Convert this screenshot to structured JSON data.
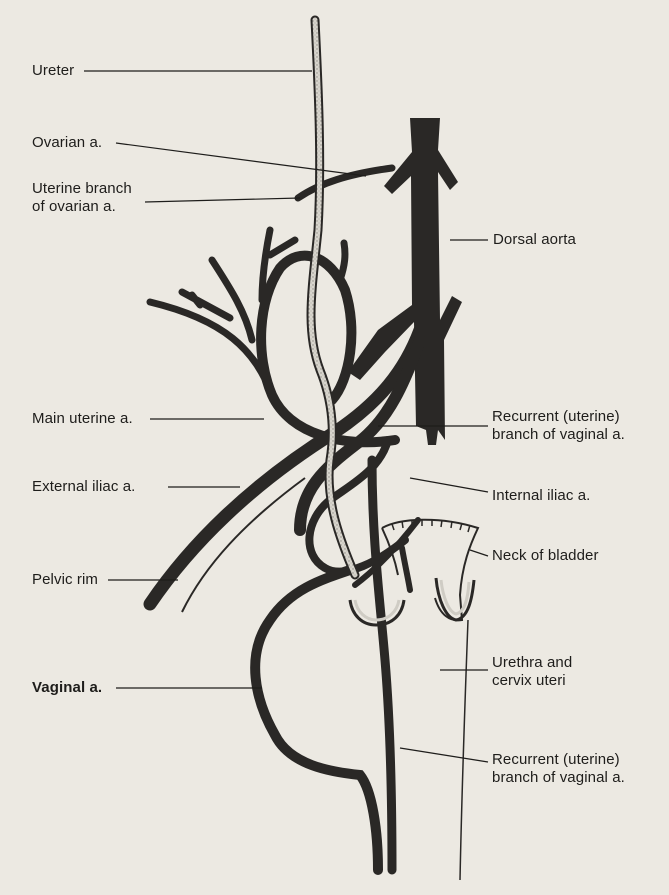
{
  "diagram": {
    "labels": {
      "ureter": "Ureter",
      "ovarian": "Ovarian a.",
      "uterine_branch_line1": "Uterine branch",
      "uterine_branch_line2": "of ovarian a.",
      "dorsal_aorta": "Dorsal aorta",
      "main_uterine": "Main uterine a.",
      "recurrent_top_line1": "Recurrent (uterine)",
      "recurrent_top_line2": "branch of vaginal a.",
      "external_iliac": "External iliac a.",
      "internal_iliac": "Internal iliac a.",
      "neck_of_bladder": "Neck of bladder",
      "pelvic_rim": "Pelvic rim",
      "urethra_line1": "Urethra and",
      "urethra_line2": "cervix uteri",
      "vaginal": "Vaginal a.",
      "recurrent_bottom_line1": "Recurrent (uterine)",
      "recurrent_bottom_line2": "branch of vaginal a."
    },
    "colors": {
      "background": "#ece9e2",
      "vessel": "#2a2826",
      "ureter_fill": "#cfccc4",
      "ink": "#1e1d1b"
    }
  }
}
